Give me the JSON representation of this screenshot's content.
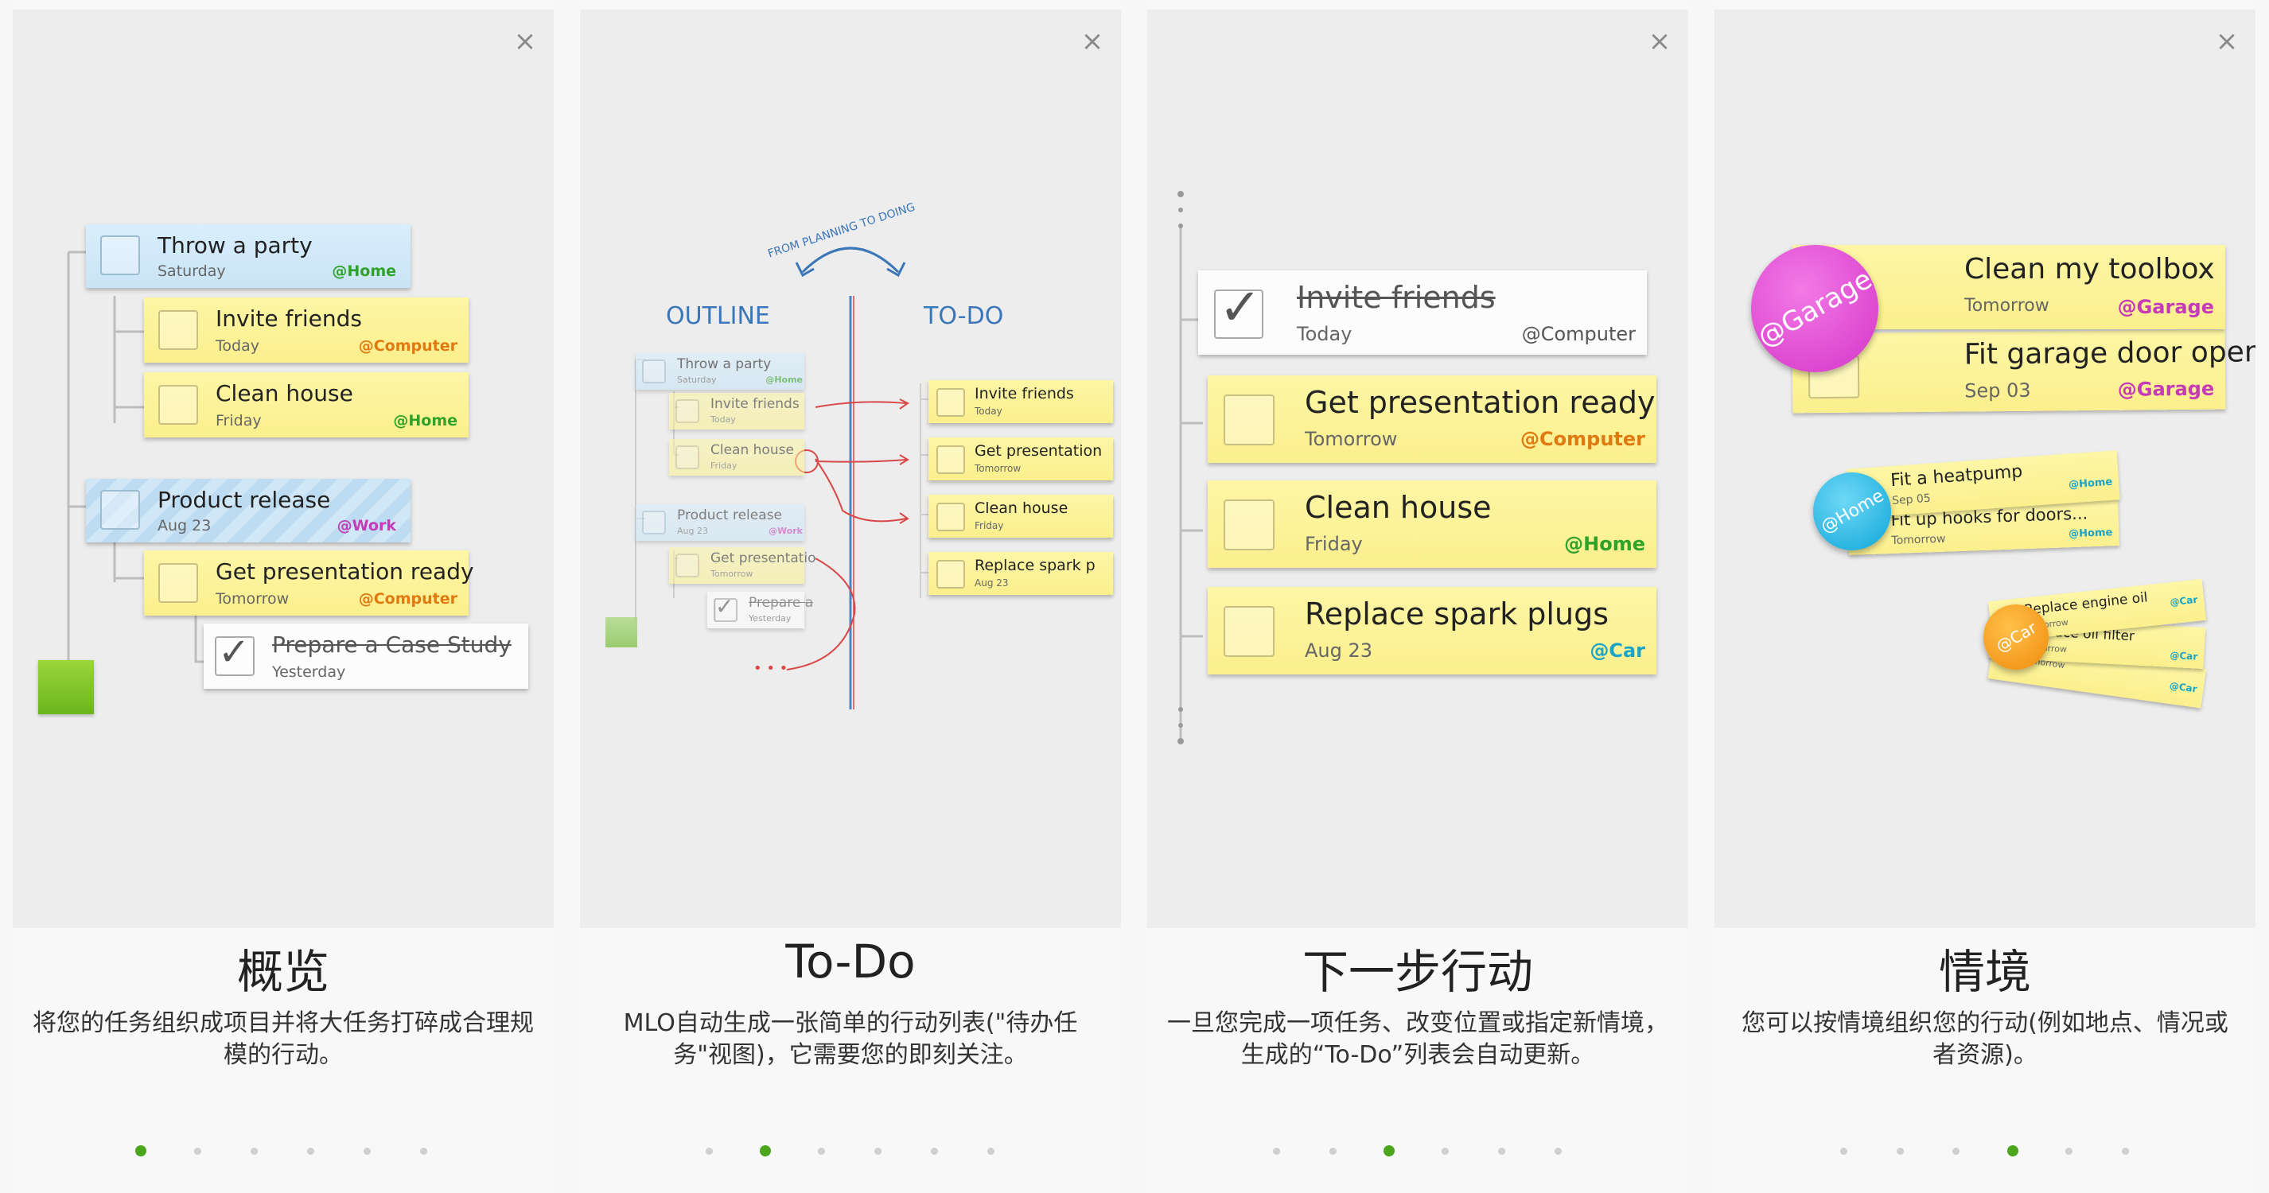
{
  "colors": {
    "accent": "#4aa61b",
    "home": "#2fa22a",
    "computer": "#e07a10",
    "work": "#c43ab8",
    "garage": "#c43ab8",
    "car": "#1ca3c8",
    "badge_garage": "#e04bd8",
    "badge_home": "#1fb8e6",
    "badge_car": "#f39a16"
  },
  "panels": [
    {
      "title": "概览",
      "description": "将您的任务组织成项目并将大任务打碎成合理规模的行动。",
      "close_icon": "×",
      "tasks": [
        {
          "title": "Throw a party",
          "date": "Saturday",
          "context": "@Home"
        },
        {
          "title": "Invite friends",
          "date": "Today",
          "context": "@Computer"
        },
        {
          "title": "Clean house",
          "date": "Friday",
          "context": "@Home"
        },
        {
          "title": "Product release",
          "date": "Aug 23",
          "context": "@Work"
        },
        {
          "title": "Get presentation ready",
          "date": "Tomorrow",
          "context": "@Computer"
        },
        {
          "title": "Prepare a Case Study",
          "date": "Yesterday",
          "context": ""
        }
      ],
      "page_index": 0
    },
    {
      "title": "To-Do",
      "description": "MLO自动生成一张简单的行动列表(\"待办任务\"视图)，它需要您的即刻关注。",
      "close_icon": "×",
      "diagram": {
        "left_label": "OUTLINE",
        "right_label": "TO-DO",
        "arc_label": "FROM PLANNING TO DOING",
        "outline": [
          {
            "title": "Throw a party",
            "date": "Saturday",
            "context": "@Home"
          },
          {
            "title": "Invite friends",
            "date": "Today"
          },
          {
            "title": "Clean house",
            "date": "Friday"
          },
          {
            "title": "Product release",
            "date": "Aug 23",
            "context": "@Work"
          },
          {
            "title": "Get presentatio",
            "date": "Tomorrow"
          },
          {
            "title": "Prepare a",
            "date": "Yesterday"
          }
        ],
        "todo": [
          {
            "title": "Invite friends",
            "date": "Today"
          },
          {
            "title": "Get presentation",
            "date": "Tomorrow"
          },
          {
            "title": "Clean house",
            "date": "Friday"
          },
          {
            "title": "Replace spark p",
            "date": "Aug 23"
          }
        ],
        "ellipsis": "• • •"
      },
      "page_index": 1
    },
    {
      "title": "下一步行动",
      "description": "一旦您完成一项任务、改变位置或指定新情境，生成的“To-Do”列表会自动更新。",
      "close_icon": "×",
      "tasks": [
        {
          "title": "Invite friends",
          "date": "Today",
          "context": "@Computer"
        },
        {
          "title": "Get presentation ready",
          "date": "Tomorrow",
          "context": "@Computer"
        },
        {
          "title": "Clean house",
          "date": "Friday",
          "context": "@Home"
        },
        {
          "title": "Replace spark plugs",
          "date": "Aug 23",
          "context": "@Car"
        }
      ],
      "page_index": 2
    },
    {
      "title": "情境",
      "description": "您可以按情境组织您的行动(例如地点、情况或者资源)。",
      "close_icon": "×",
      "badges": [
        "@Garage",
        "@Home",
        "@Car"
      ],
      "garage_tasks": [
        {
          "title": "Clean my toolbox",
          "date": "Tomorrow",
          "context": "@Garage"
        },
        {
          "title": "Fit garage door opener",
          "date": "Sep 03",
          "context": "@Garage"
        }
      ],
      "home_tasks": [
        {
          "title": "Fit a heatpump",
          "date": "Sep 05",
          "context": "@Home"
        },
        {
          "title": "Fit up hooks for doors...",
          "date": "Tomorrow",
          "context": "@Home"
        }
      ],
      "car_tasks": [
        {
          "title": "Replace engine oil",
          "date": "Tomorrow",
          "context": "@Car"
        },
        {
          "title": "Replace oil filter",
          "date": "Tomorrow",
          "context": "@Car"
        },
        {
          "title": "",
          "date": "Tomorrow",
          "context": "@Car"
        }
      ],
      "page_index": 3
    }
  ],
  "pager": {
    "count": 6
  }
}
